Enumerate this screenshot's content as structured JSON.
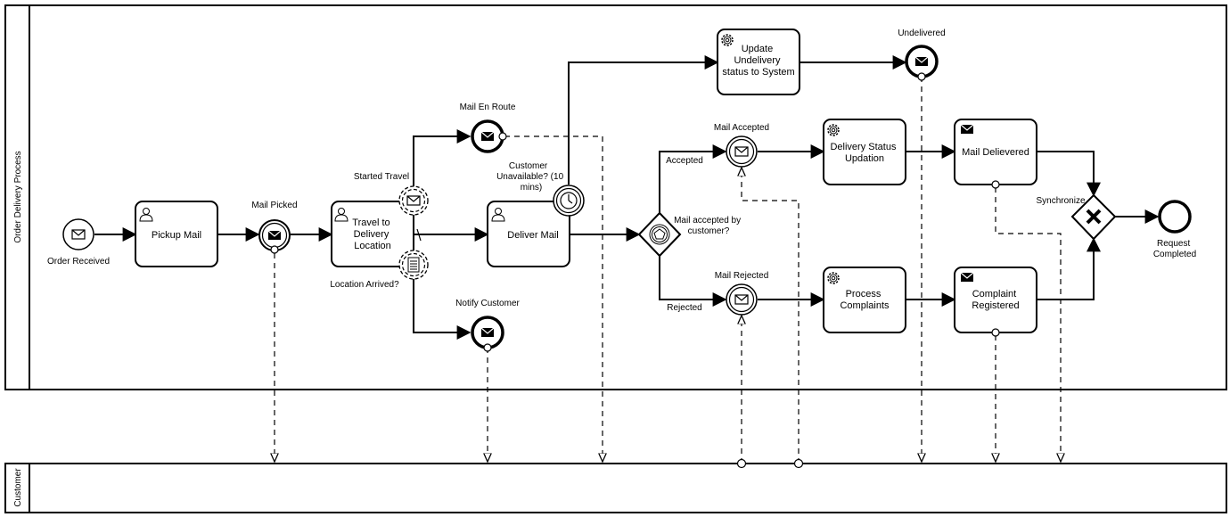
{
  "pools": {
    "main": "Order Delivery Process",
    "customer": "Customer"
  },
  "events": {
    "order_received": "Order Received",
    "mail_picked": "Mail Picked",
    "mail_en_route": "Mail En Route",
    "started_travel": "Started Travel",
    "location_arrived": "Location Arrived?",
    "notify_customer": "Notify Customer",
    "customer_unavailable": [
      "Customer",
      "Unavailable? (10",
      "mins)"
    ],
    "undelivered": "Undelivered",
    "mail_accepted": "Mail Accepted",
    "mail_rejected": "Mail Rejected",
    "request_completed": [
      "Request",
      "Completed"
    ]
  },
  "tasks": {
    "pickup_mail": [
      "Pickup Mail"
    ],
    "travel": [
      "Travel to",
      "Delivery",
      "Location"
    ],
    "deliver_mail": [
      "Deliver Mail"
    ],
    "update_undelivery": [
      "Update",
      "Undelivery",
      "status to System"
    ],
    "delivery_status": [
      "Delivery Status",
      "Updation"
    ],
    "process_complaints": [
      "Process",
      "Complaints"
    ],
    "mail_delivered": [
      "Mail Delievered"
    ],
    "complaint_registered": [
      "Complaint",
      "Registered"
    ]
  },
  "gateways": {
    "event_gateway": [
      "Mail accepted by",
      "customer?"
    ],
    "synchronize": "Synchronize"
  },
  "flow_labels": {
    "accepted": "Accepted",
    "rejected": "Rejected"
  }
}
